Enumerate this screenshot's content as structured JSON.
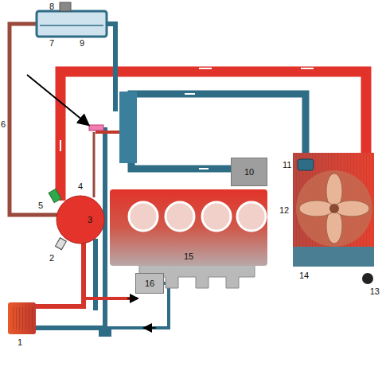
{
  "diagram": {
    "nodes": [
      {
        "text": [
          "10"
        ]
      },
      {
        "text": [
          "3"
        ]
      },
      {
        "text": [
          "15"
        ]
      },
      {
        "text": [
          "16"
        ]
      }
    ],
    "labels": [
      "8",
      "7",
      "9",
      "6",
      "4",
      "5",
      "2",
      "11",
      "12",
      "13",
      "14",
      "1"
    ]
  }
}
